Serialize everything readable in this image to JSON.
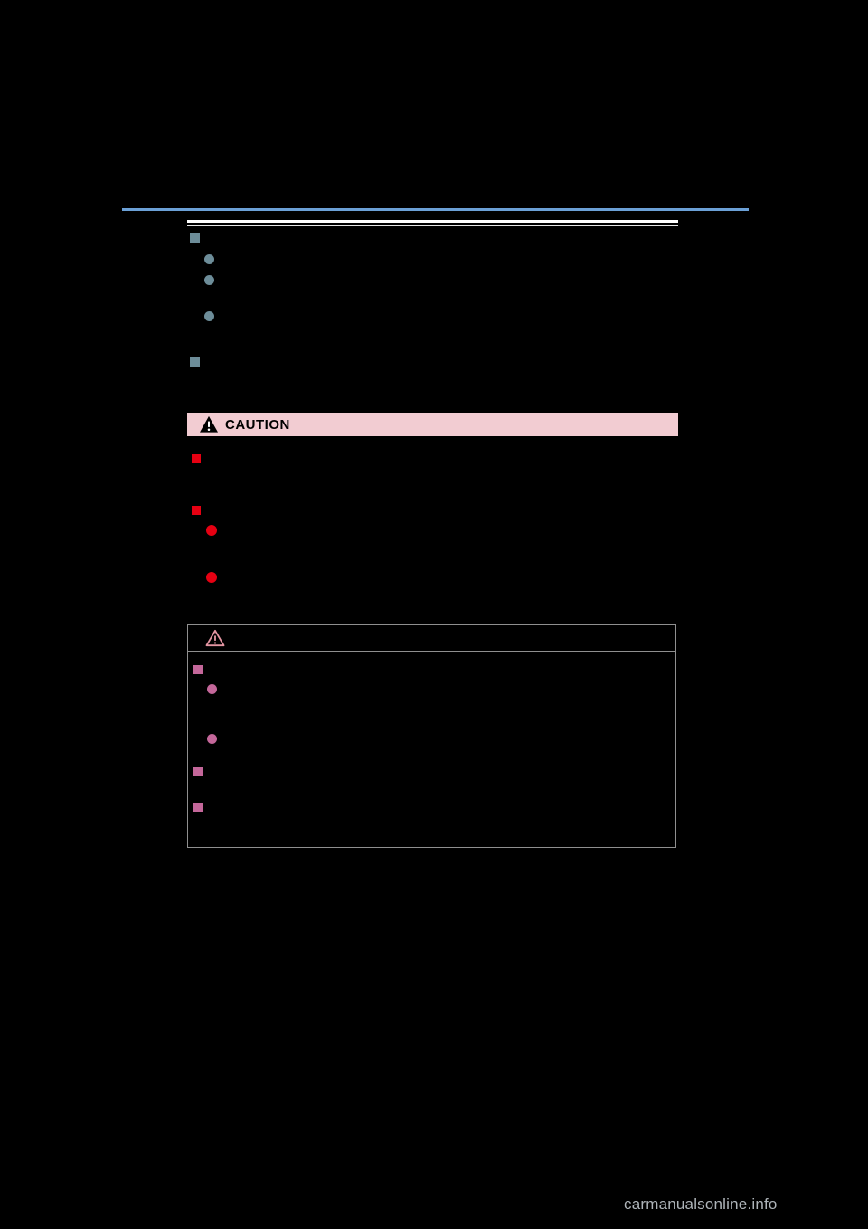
{
  "page": {
    "background_color": "#000000",
    "watermark": "carmanualsonline.info"
  },
  "rules": {
    "top_rule_color": "#6ba0d6",
    "header_double_rule_color": "#ffffff"
  },
  "caution_banner": {
    "label": "CAUTION",
    "background_color": "#f2ccd2",
    "text_color": "#000000",
    "icon": "warning-triangle-icon",
    "icon_color": "#000000"
  },
  "warning_box": {
    "border_color": "#8f8f8f",
    "icon": "warning-triangle-outline-icon",
    "icon_color": "#e495a2"
  },
  "bullets": {
    "section_marker_color": "#6d8d99",
    "section_markers": [
      "square",
      "circle",
      "circle",
      "circle",
      "square"
    ],
    "caution_marker_color": "#e60012",
    "caution_markers": [
      "square",
      "square",
      "circle",
      "circle"
    ],
    "warning_marker_color": "#c4679a",
    "warning_markers": [
      "square",
      "circle",
      "circle",
      "square",
      "square"
    ]
  }
}
